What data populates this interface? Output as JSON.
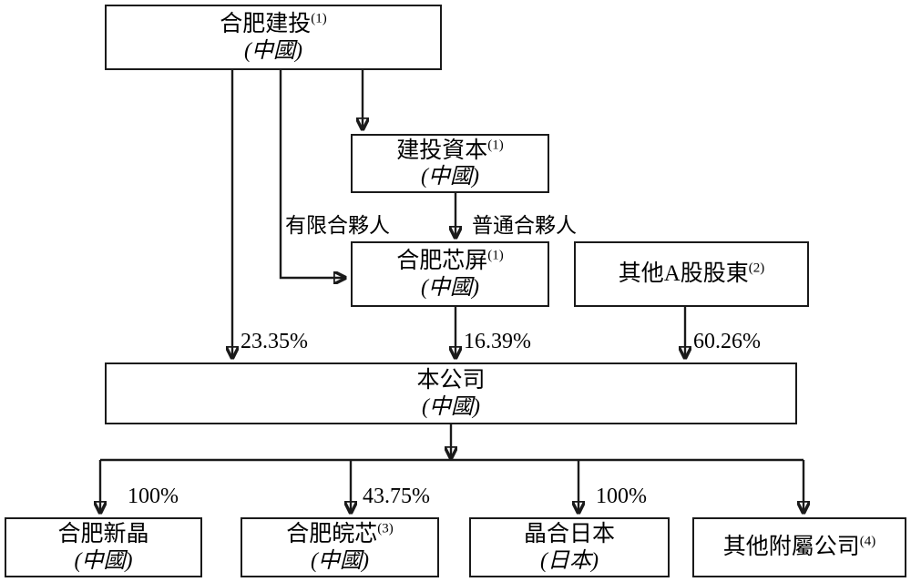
{
  "diagram": {
    "title_text": "",
    "line_color": "#1a1a1a",
    "box_fill": "#ffffff",
    "nodes": {
      "hefei_jiantou": {
        "name": "合肥建投",
        "footnote": "(1)",
        "country": "(中國)"
      },
      "jiantou_capital": {
        "name": "建投資本",
        "footnote": "(1)",
        "country": "(中國)"
      },
      "hefei_xinping": {
        "name": "合肥芯屏",
        "footnote": "(1)",
        "country": "(中國)"
      },
      "other_a_share": {
        "name": "其他A股股東",
        "footnote": "(2)",
        "country": ""
      },
      "the_company": {
        "name": "本公司",
        "footnote": "",
        "country": "(中國)"
      },
      "hefei_xinjing": {
        "name": "合肥新晶",
        "footnote": "",
        "country": "(中國)"
      },
      "hefei_wanxin": {
        "name": "合肥皖芯",
        "footnote": "(3)",
        "country": "(中國)"
      },
      "jinghe_japan": {
        "name": "晶合日本",
        "footnote": "",
        "country": "(日本)"
      },
      "other_subsidiaries": {
        "name": "其他附屬公司",
        "footnote": "(4)",
        "country": ""
      }
    },
    "edge_labels": {
      "limited_partner": "有限合夥人",
      "general_partner": "普通合夥人",
      "jiantou_to_company_pct": "23.35%",
      "xinping_to_company_pct": "16.39%",
      "a_share_to_company_pct": "60.26%",
      "company_to_xinjing_pct": "100%",
      "company_to_wanxin_pct": "43.75%",
      "company_to_jinghe_japan_pct": "100%",
      "company_to_other_subsidiaries_pct": ""
    }
  }
}
